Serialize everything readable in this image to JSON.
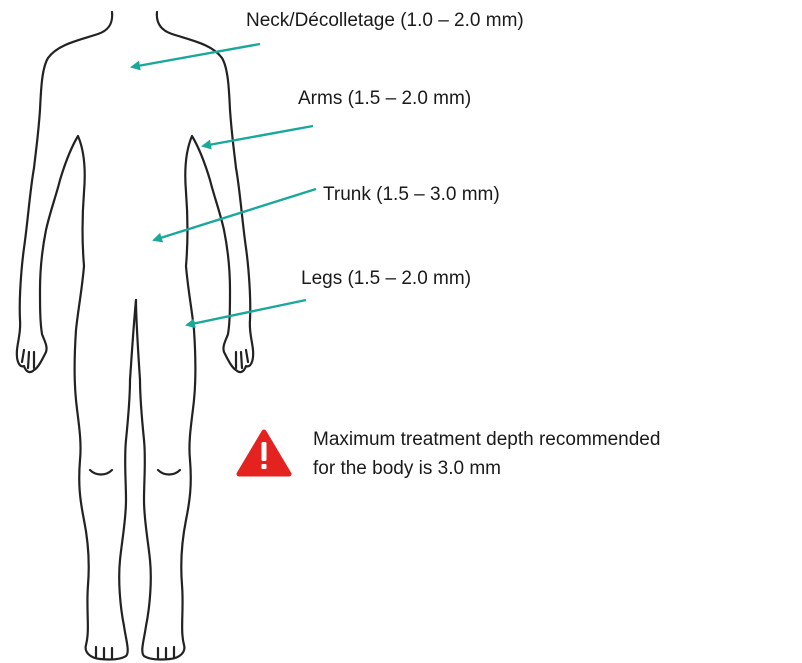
{
  "regions": [
    {
      "label": "Neck/Décolletage (1.0 – 2.0 mm)"
    },
    {
      "label": "Arms (1.5 – 2.0 mm)"
    },
    {
      "label": "Trunk (1.5 – 3.0 mm)"
    },
    {
      "label": "Legs (1.5 – 2.0 mm)"
    }
  ],
  "warning": {
    "icon": "warning-triangle-icon",
    "line1": "Maximum treatment depth recommended",
    "line2": "for the body is 3.0 mm"
  },
  "colors": {
    "arrow": "#1aa89a",
    "warning_icon": "#e42320",
    "outline": "#222222"
  }
}
